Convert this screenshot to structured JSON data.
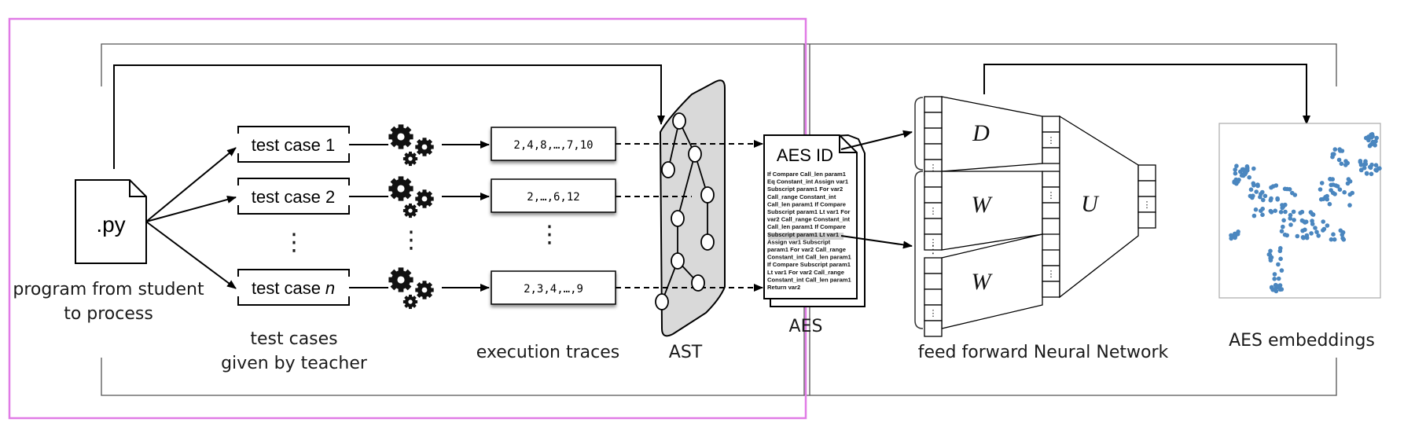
{
  "input": {
    "file_label": ".py",
    "caption_line1": "program from student",
    "caption_line2": "to process"
  },
  "test_cases": {
    "items": [
      "test case 1",
      "test case 2",
      "test case "
    ],
    "last_var": "n",
    "caption_line1": "test cases",
    "caption_line2": "given by teacher"
  },
  "traces": {
    "items": [
      "2,4,8,…,7,10",
      "2,…,6,12",
      "2,3,4,…,9"
    ],
    "caption": "execution traces"
  },
  "ast": {
    "caption": "AST"
  },
  "aes": {
    "title": "AES ID",
    "caption": "AES",
    "lines": [
      "If Compare Call_len param1",
      "Eq Constant_int Assign var1",
      "Subscript param1 For var2",
      "Call_range Constant_int",
      "Call_len param1 If Compare",
      "Subscript param1 Lt var1 For",
      "var2 Call_range Constant_int",
      "Call_len param1 If Compare",
      "Subscript param1 Lt var1",
      "Assign var1 Subscript",
      "param1 For var2 Call_range",
      "Constant_int Call_len param1",
      "If Compare Subscript param1",
      "Lt var1 For var2 Call_range",
      "Constant_int Call_len param1",
      "Return var2"
    ]
  },
  "network": {
    "caption": "feed forward Neural Network",
    "label_d": "D",
    "label_w": "W",
    "label_u": "U",
    "dots_symbol": "⋮"
  },
  "embeddings": {
    "caption": "AES embeddings",
    "point_color": "#4a86bf"
  },
  "colors": {
    "highlight_border": "#e07be6",
    "ast_fill": "#d9d9d9"
  }
}
